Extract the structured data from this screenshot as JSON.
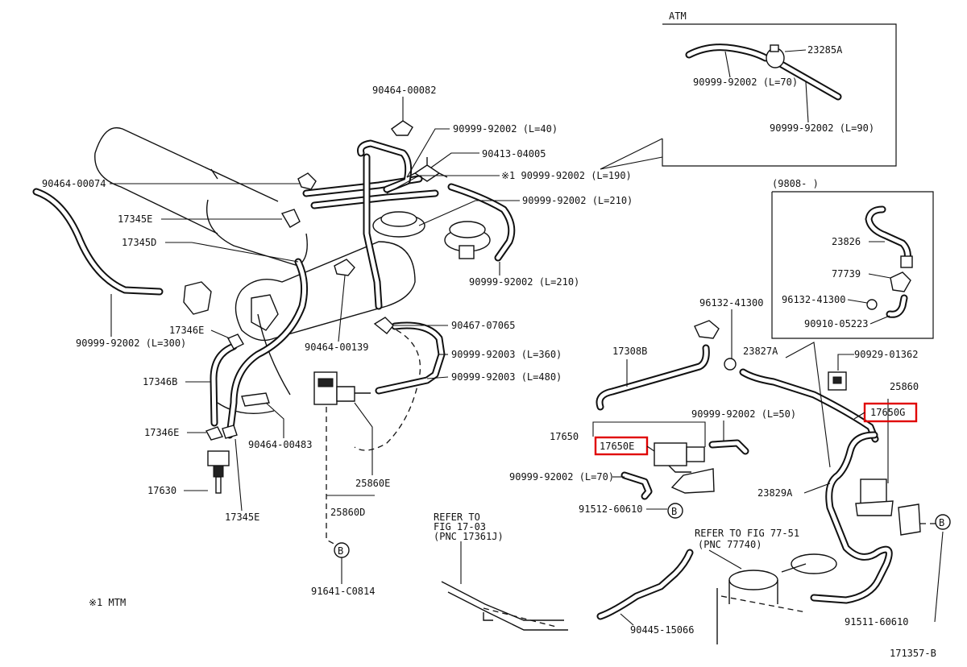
{
  "labels": {
    "atm": "ATM",
    "l_23285a": "23285A",
    "l_atm_hose_70": "90999-92002 (L=70)",
    "l_atm_hose_90": "90999-92002 (L=90)",
    "l_90464_00082": "90464-00082",
    "l_hose_l40": "90999-92002 (L=40)",
    "l_90413_04005": "90413-04005",
    "l_hose_l190": "※1 90999-92002 (L=190)",
    "l_hose_l210a": "90999-92002 (L=210)",
    "l_hose_l210b": "90999-92002 (L=210)",
    "l_90464_00074": "90464-00074",
    "l_17345e_a": "17345E",
    "l_17345d": "17345D",
    "l_hose_l300": "90999-92002 (L=300)",
    "l_17346e_a": "17346E",
    "l_17346b": "17346B",
    "l_17346e_b": "17346E",
    "l_17630": "17630",
    "l_17345e_b": "17345E",
    "l_90464_00139": "90464-00139",
    "l_90467_07065": "90467-07065",
    "l_hose_l360": "90999-92003 (L=360)",
    "l_hose_l480": "90999-92003 (L=480)",
    "l_90464_00483": "90464-00483",
    "l_25860e": "25860E",
    "l_25860d": "25860D",
    "l_91641_c0814": "91641-C0814",
    "l_mtm_note": "※1  MTM",
    "l_refer_1703": "REFER TO\nFIG 17-03\n(PNC 17361J)",
    "l_17308b": "17308B",
    "l_96132_41300_a": "96132-41300",
    "l_hose_l50": "90999-92002 (L=50)",
    "l_17650": "17650",
    "l_17650e": "17650E",
    "l_hose_l70": "90999-92002 (L=70)",
    "l_91512_60610": "91512-60610",
    "l_refer_7751": "REFER TO FIG 77-51\n(PNC 77740)",
    "l_90445_15066": "90445-15066",
    "l_date_range": "(9808-      )",
    "l_23826": "23826",
    "l_77739": "77739",
    "l_96132_41300_b": "96132-41300",
    "l_90910_05223": "90910-05223",
    "l_23827a": "23827A",
    "l_90929_01362": "90929-01362",
    "l_25860": "25860",
    "l_17650g": "17650G",
    "l_23829a": "23829A",
    "l_91511_60610": "91511-60610",
    "l_fig_id": "171357-B",
    "bolt_b": "B"
  },
  "highlight_color": "#e00000"
}
